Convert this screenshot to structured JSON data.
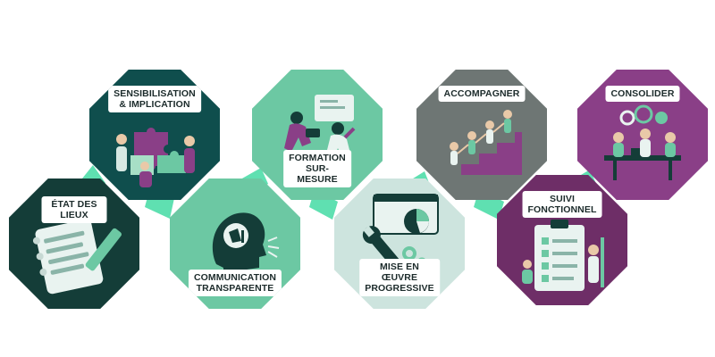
{
  "colors": {
    "connector": "#5fe0b1",
    "teal_dark": "#0f4e4d",
    "teal_deep": "#143d38",
    "mint": "#6cc8a3",
    "mint_light": "#a7dfc6",
    "mist": "#cde4de",
    "grey": "#6e7674",
    "plum": "#6e2e67",
    "violet": "#8a3f87"
  },
  "steps": [
    {
      "id": "etat-des-lieux",
      "label": "ÉTAT DES LIEUX",
      "icon": "checklist-pencil-icon"
    },
    {
      "id": "sensibilisation",
      "label": "SENSIBILISATION\n& IMPLICATION",
      "icon": "people-puzzle-icon"
    },
    {
      "id": "communication",
      "label": "COMMUNICATION\nTRANSPARENTE",
      "icon": "head-megaphone-icon"
    },
    {
      "id": "formation",
      "label": "FORMATION\nSUR-MESURE",
      "icon": "people-training-icon"
    },
    {
      "id": "mise-en-oeuvre",
      "label": "MISE EN ŒUVRE\nPROGRESSIVE",
      "icon": "wrench-chart-icon"
    },
    {
      "id": "accompagner",
      "label": "ACCOMPAGNER",
      "icon": "people-stairs-icon"
    },
    {
      "id": "suivi",
      "label": "SUIVI\nFONCTIONNEL",
      "icon": "clipboard-checklist-icon"
    },
    {
      "id": "consolider",
      "label": "CONSOLIDER",
      "icon": "team-meeting-icon"
    }
  ]
}
